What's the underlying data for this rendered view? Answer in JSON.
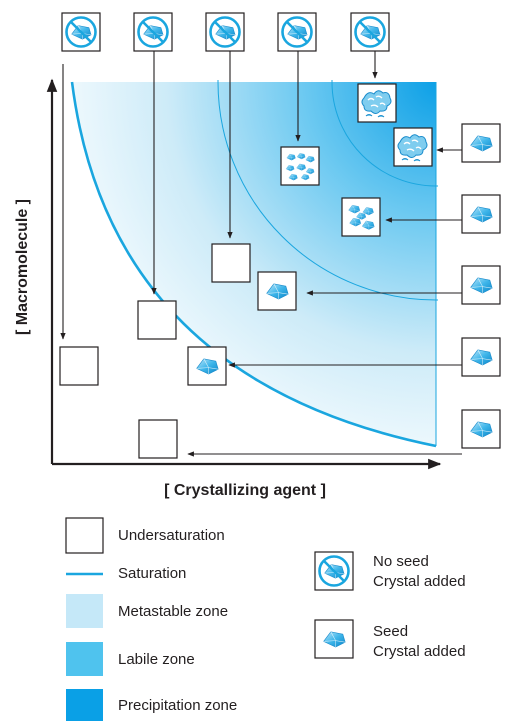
{
  "axes": {
    "y_label": "[ Macromolecule ]",
    "x_label": "[ Crystallizing agent ]"
  },
  "legend": {
    "undersaturation": "Undersaturation",
    "saturation": "Saturation",
    "metastable": "Metastable zone",
    "labile": "Labile zone",
    "precipitation": "Precipitation zone",
    "no_seed_line1": "No seed",
    "no_seed_line2": "Crystal added",
    "seed_line1": "Seed",
    "seed_line2": "Crystal added"
  },
  "colors": {
    "saturation_line": "#1aa6df",
    "metastable": "#c5e8f8",
    "labile": "#4fc3ee",
    "precipitation": "#0aa0e6",
    "axis": "#231f20"
  },
  "icons": {
    "no_seed": "crossed-crystal-icon",
    "seed": "crystal-icon",
    "many_crystals": "crystal-cluster-icon",
    "precipitate": "precipitate-icon"
  }
}
